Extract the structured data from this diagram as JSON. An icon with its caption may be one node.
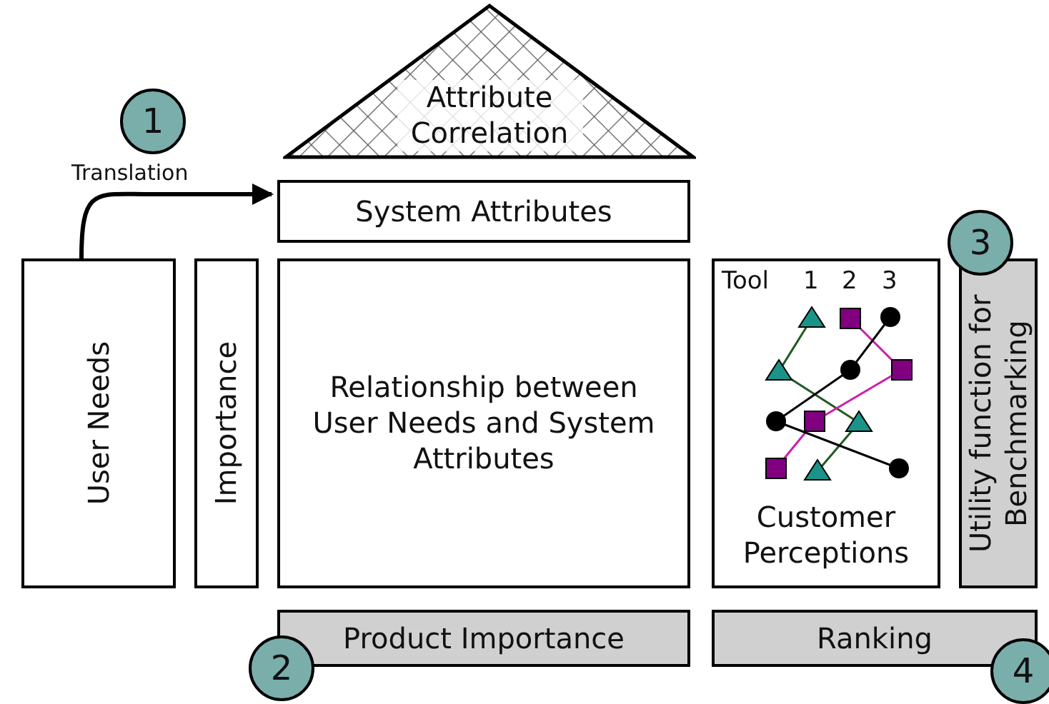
{
  "diagram": {
    "nodes": [
      {
        "text": [
          "User Needs"
        ]
      },
      {
        "text": [
          "Importance"
        ]
      },
      {
        "text": [
          "Attribute Correlation"
        ]
      },
      {
        "text": [
          "System Attributes"
        ]
      },
      {
        "text": [
          "Relationship between User Needs and System Attributes"
        ]
      },
      {
        "text": [
          "Customer Perceptions"
        ]
      },
      {
        "text": [
          "Utility function for Benchmarking"
        ]
      },
      {
        "text": [
          "Product Importance"
        ]
      },
      {
        "text": [
          "Ranking"
        ]
      },
      {
        "text": [
          "1"
        ]
      },
      {
        "text": [
          "2"
        ]
      },
      {
        "text": [
          "3"
        ]
      },
      {
        "text": [
          "4"
        ]
      }
    ],
    "edges": [
      {
        "from": 0,
        "to": 3,
        "arrow": "to",
        "label": "Translation"
      }
    ],
    "labels": [
      "Tool",
      "1",
      "2",
      "3"
    ]
  }
}
